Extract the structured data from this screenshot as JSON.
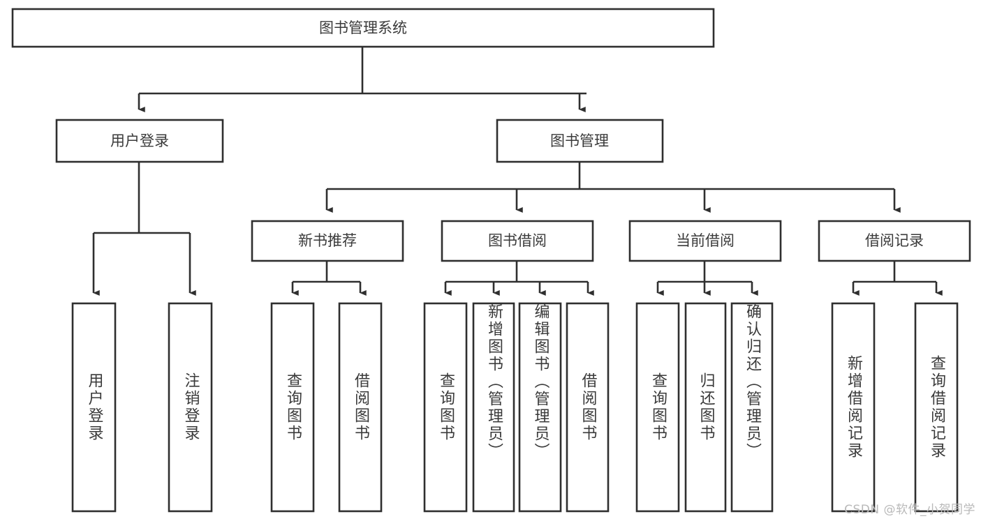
{
  "diagram": {
    "title": "图书管理系统",
    "type": "tree",
    "watermark": "CSDN @软件_小贺同学",
    "colors": {
      "stroke": "#2f2f2f",
      "box_fill": "#ffffff",
      "text": "#3a3a3a",
      "watermark": "#b9b9b9",
      "background": "#ffffff"
    },
    "root": {
      "label": "图书管理系统"
    },
    "level2": [
      {
        "label": "用户登录"
      },
      {
        "label": "图书管理"
      }
    ],
    "level3": [
      {
        "label": "新书推荐"
      },
      {
        "label": "图书借阅"
      },
      {
        "label": "当前借阅"
      },
      {
        "label": "借阅记录"
      }
    ],
    "leaves": {
      "user_login": [
        {
          "label": "用户登录"
        },
        {
          "label": "注销登录"
        }
      ],
      "new_book_recommend": [
        {
          "label": "查询图书"
        },
        {
          "label": "借阅图书"
        }
      ],
      "book_borrow": [
        {
          "label": "查询图书"
        },
        {
          "label": "新增图书（管理员）"
        },
        {
          "label": "编辑图书（管理员）"
        },
        {
          "label": "借阅图书"
        }
      ],
      "current_borrow": [
        {
          "label": "查询图书"
        },
        {
          "label": "归还图书"
        },
        {
          "label": "确认归还（管理员）"
        }
      ],
      "borrow_records": [
        {
          "label": "新增借阅记录"
        },
        {
          "label": "查询借阅记录"
        }
      ]
    }
  }
}
